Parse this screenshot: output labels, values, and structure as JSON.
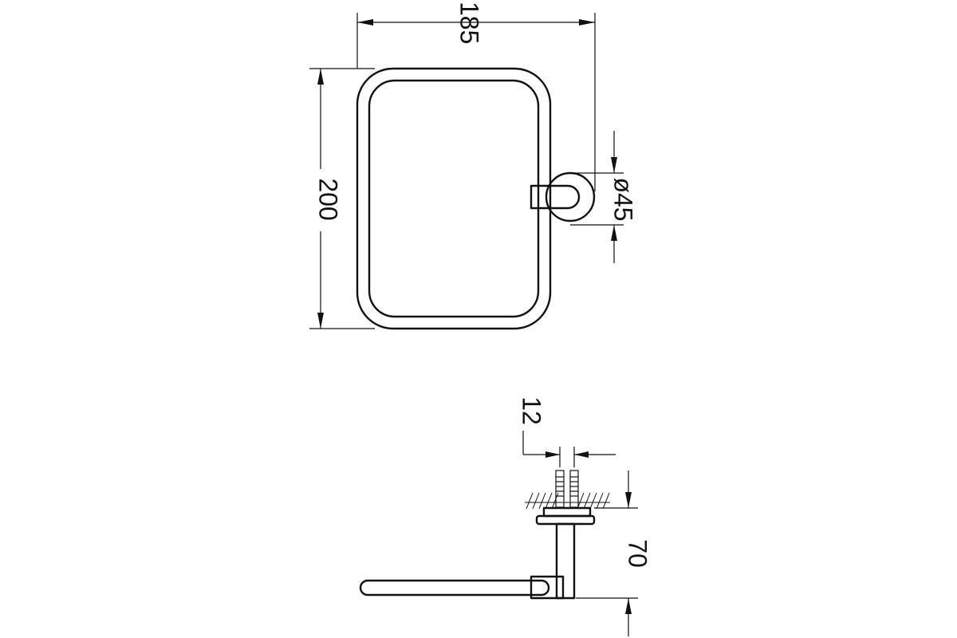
{
  "dimensions": {
    "width": "185",
    "height": "200",
    "diameter": "ø45",
    "pin_spacing": "12",
    "depth": "70"
  },
  "colors": {
    "line": "#111111",
    "background": "#ffffff"
  }
}
